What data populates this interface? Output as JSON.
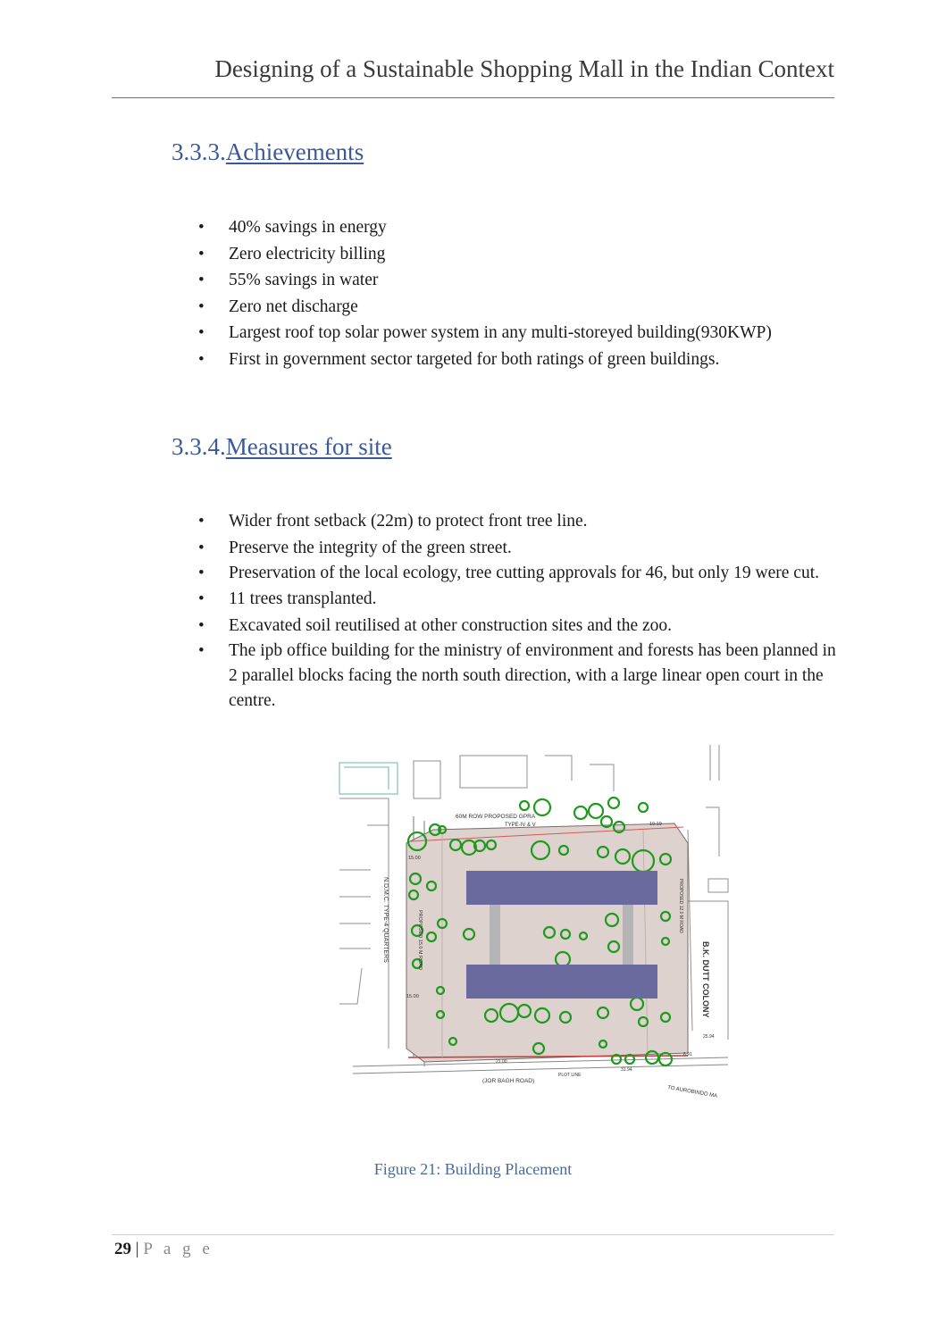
{
  "header": {
    "title": "Designing of a Sustainable Shopping Mall in the Indian Context"
  },
  "sections": [
    {
      "number": "3.3.3.",
      "title": "Achievements",
      "bullets": [
        "40% savings in energy",
        "Zero electricity billing",
        "55% savings in water",
        "Zero net discharge",
        "Largest roof top solar power system in any multi-storeyed building(930KWP)",
        "First in government sector targeted for both ratings of green buildings."
      ]
    },
    {
      "number": "3.3.4.",
      "title": "Measures for site",
      "bullets": [
        "Wider front setback (22m) to protect front tree line.",
        "Preserve the integrity of the green street.",
        "Preservation of the local ecology, tree cutting approvals for 46, but only 19 were cut.",
        "11 trees transplanted.",
        "Excavated soil reutilised at other construction sites and the zoo.",
        "The ipb office building for the ministry of environment and forests has been planned in 2 parallel blocks facing the north south direction, with a large linear open court in the centre."
      ]
    }
  ],
  "figure": {
    "caption": "Figure 21: Building Placement",
    "labels": {
      "top_road": "60M ROW PROPOSED GPRA",
      "top_type": "TYPE-IV & V",
      "bottom_road": "(JOR BAGH ROAD)",
      "bottom_right": "TO AUROBINDO MA",
      "right_colony": "B.K. DUTT COLONY",
      "left_quarters": "N.D.M.C. TYPE-4 QUARTERS",
      "left_road": "PROPOSED 15.0 M ROAD",
      "right_road": "PROPOSED 12.0 M ROAD",
      "plot_line": "PLOT LINE",
      "dim_1": "15.00",
      "dim_2": "15.00",
      "dim_3": "10.19",
      "dim_4": "25.94",
      "dim_5": "31.94",
      "dim_6": "6.91",
      "dim_7": "21.00"
    },
    "colors": {
      "building": "#6b6a9e",
      "court": "#b4b4b4",
      "trees": "#1f9a1f",
      "site": "#d9cfcb"
    }
  },
  "footer": {
    "page_number": "29",
    "separator": "|",
    "page_label": "P a g e"
  }
}
